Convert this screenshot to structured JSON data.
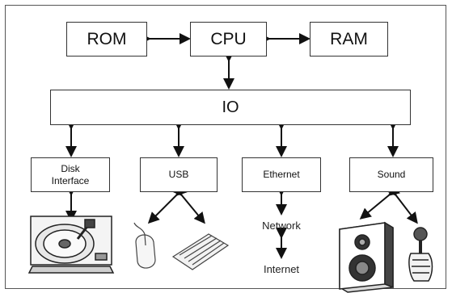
{
  "diagram": {
    "blocks": {
      "rom": "ROM",
      "cpu": "CPU",
      "ram": "RAM",
      "io": "IO",
      "disk_line1": "Disk",
      "disk_line2": "Interface",
      "usb": "USB",
      "ethernet": "Ethernet",
      "sound": "Sound"
    },
    "labels": {
      "network": "Network",
      "internet": "Internet"
    },
    "icons": [
      "hard-disk-icon",
      "mouse-icon",
      "keyboard-icon",
      "speaker-icon",
      "microphone-icon"
    ]
  }
}
